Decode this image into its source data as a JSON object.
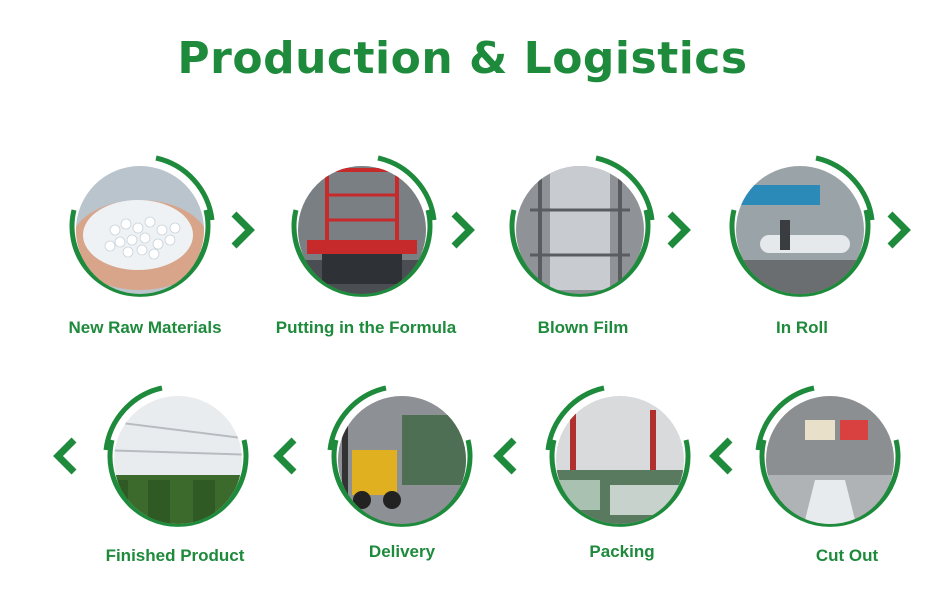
{
  "title": "Production & Logistics",
  "accent_color": "#1e8a3c",
  "steps": [
    {
      "label": "New Raw Materials",
      "photo": "plastic-pellets-in-hand"
    },
    {
      "label": "Putting in the Formula",
      "photo": "red-lift-platform-machine"
    },
    {
      "label": "Blown Film",
      "photo": "film-blowing-tower"
    },
    {
      "label": "In Roll",
      "photo": "film-rolling-line"
    },
    {
      "label": "Cut Out",
      "photo": "factory-cutting-floor"
    },
    {
      "label": "Packing",
      "photo": "warehouse-packed-rolls"
    },
    {
      "label": "Delivery",
      "photo": "forklift-loading-truck"
    },
    {
      "label": "Finished Product",
      "photo": "greenhouse-with-crops"
    }
  ],
  "arrows": {
    "row1": "chevron-right-icon",
    "row2": "chevron-left-icon"
  }
}
